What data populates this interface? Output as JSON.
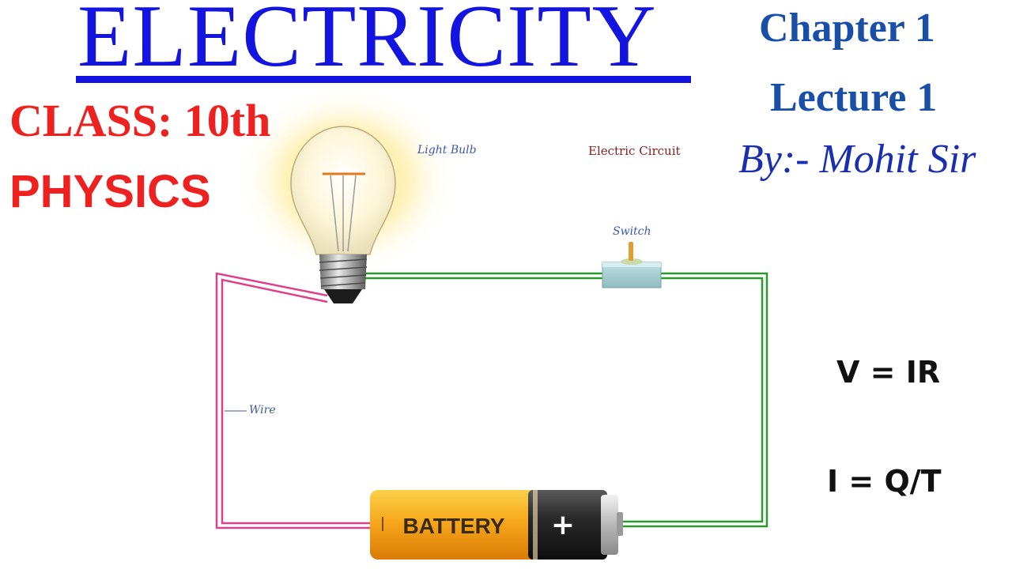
{
  "header": {
    "title": "ELECTRICITY",
    "class_line": "CLASS: 10th",
    "subject": "PHYSICS"
  },
  "meta": {
    "chapter": "Chapter 1",
    "lecture": "Lecture 1",
    "author": "By:- Mohit Sir"
  },
  "diagram": {
    "bulb_label": "Light Bulb",
    "circuit_label": "Electric Circuit",
    "switch_label": "Switch",
    "wire_label": "Wire",
    "battery_label": "BATTERY",
    "battery_terminal": "+"
  },
  "formulas": {
    "ohms_law": "V = IR",
    "current": "I = Q/T"
  },
  "colors": {
    "title_blue": "#1414e0",
    "class_red": "#ee2121",
    "meta_blue": "#1a4fa8",
    "wire_green": "#2a9a2a",
    "wire_pink": "#e0408a",
    "battery_orange": "#f5a21a"
  }
}
